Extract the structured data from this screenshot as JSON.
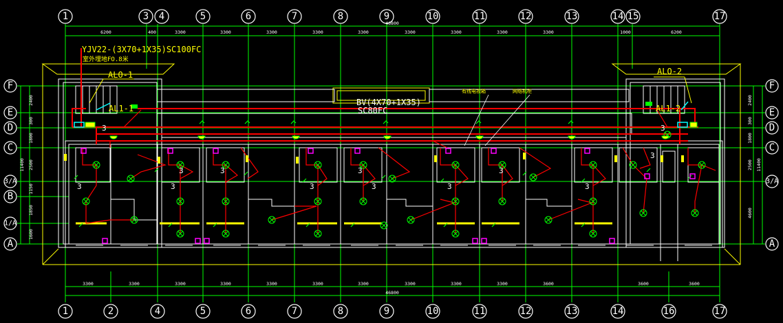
{
  "axes_top": [
    "1",
    "3",
    "4",
    "5",
    "6",
    "7",
    "8",
    "9",
    "10",
    "11",
    "12",
    "13",
    "14",
    "15",
    "17"
  ],
  "axes_bottom": [
    "1",
    "2",
    "4",
    "5",
    "6",
    "7",
    "8",
    "9",
    "10",
    "11",
    "12",
    "13",
    "14",
    "16",
    "17"
  ],
  "axes_rows": [
    "F",
    "E",
    "D",
    "C",
    "3/A",
    "B",
    "1/A",
    "A"
  ],
  "dims_top": [
    "6200",
    "400",
    "3300",
    "3300",
    "3300",
    "3300",
    "3300",
    "3300",
    "3300",
    "3300",
    "3300",
    "1000",
    "6200"
  ],
  "dims_bottom": [
    "3300",
    "3300",
    "3300",
    "3300",
    "3300",
    "3300",
    "3300",
    "3300",
    "3300",
    "3300",
    "3600",
    "3600"
  ],
  "dims_left": [
    "2400",
    "300",
    "1800",
    "2500",
    "1150",
    "1850",
    "1600"
  ],
  "dims_right": [
    "2400",
    "300",
    "1800",
    "2500",
    "4600"
  ],
  "total_top": "46800",
  "total_bottom": "46800",
  "total_left": "11400",
  "total_right": "11400",
  "labels": {
    "cable_main": "YJV22-(3X70+1X35)SC100FC",
    "cable_sub": "室外埋地FO.8米",
    "panel_alo1": "ALO-1",
    "panel_al1": "AL1-1",
    "panel_alo2": "ALO-2",
    "panel_al2": "AL1-2",
    "bus_cable": "BV(4X70+1X35)",
    "bus_conduit": "SC80FC",
    "note_tv": "有线电视箱",
    "note_net": "网络机柜"
  },
  "circuit_marks": [
    "3",
    "3",
    "3",
    "3",
    "3",
    "3",
    "3",
    "3",
    "3",
    "3",
    "3",
    "3",
    "3"
  ]
}
